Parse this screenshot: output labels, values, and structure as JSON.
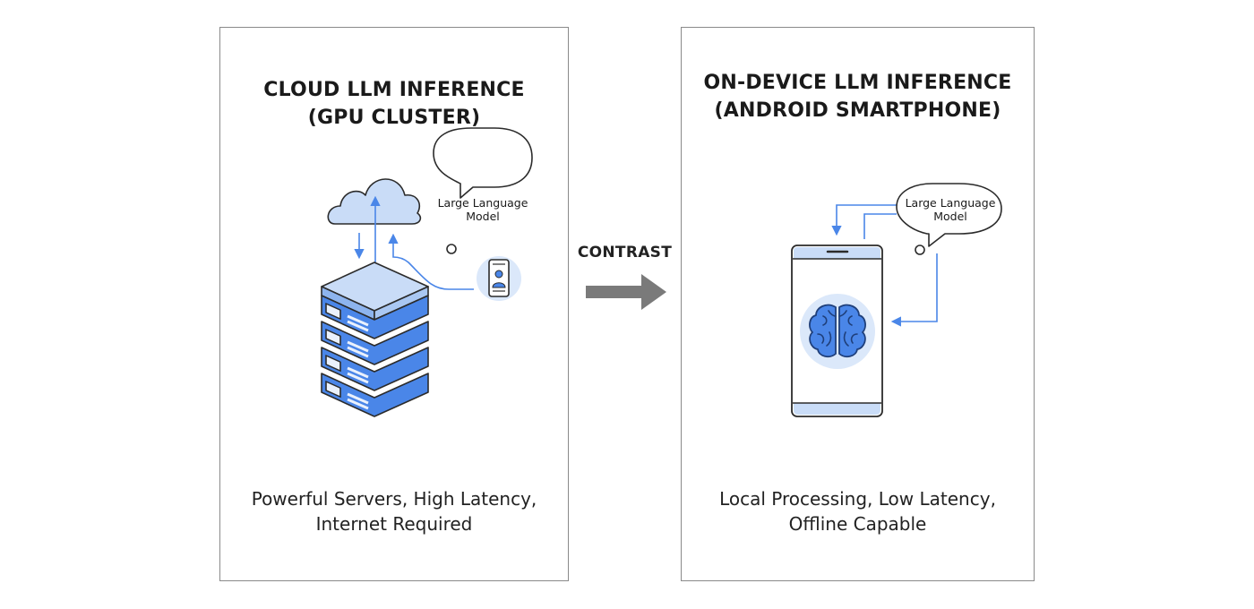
{
  "left_panel": {
    "title_line1": "CLOUD LLM INFERENCE",
    "title_line2": "(GPU CLUSTER)",
    "bubble_line1": "Large Language",
    "bubble_line2": "Model",
    "caption_line1": "Powerful Servers, High Latency,",
    "caption_line2": "Internet Required",
    "icons": [
      "cloud-icon",
      "server-stack-icon",
      "smartphone-user-icon",
      "speech-bubble-icon"
    ]
  },
  "right_panel": {
    "title_line1": "ON-DEVICE LLM INFERENCE",
    "title_line2": "(ANDROID SMARTPHONE)",
    "bubble_line1": "Large Language",
    "bubble_line2": "Model",
    "caption_line1": "Local Processing, Low Latency,",
    "caption_line2": "Offline Capable",
    "icons": [
      "smartphone-icon",
      "brain-icon",
      "speech-bubble-icon"
    ]
  },
  "contrast_label": "CONTRAST",
  "colors": {
    "accent_blue": "#4a86e8",
    "light_blue": "#c9dcf7",
    "outline": "#2b2b2b",
    "arrow_gray": "#7a7a7a",
    "panel_border": "#8a8a8a"
  }
}
